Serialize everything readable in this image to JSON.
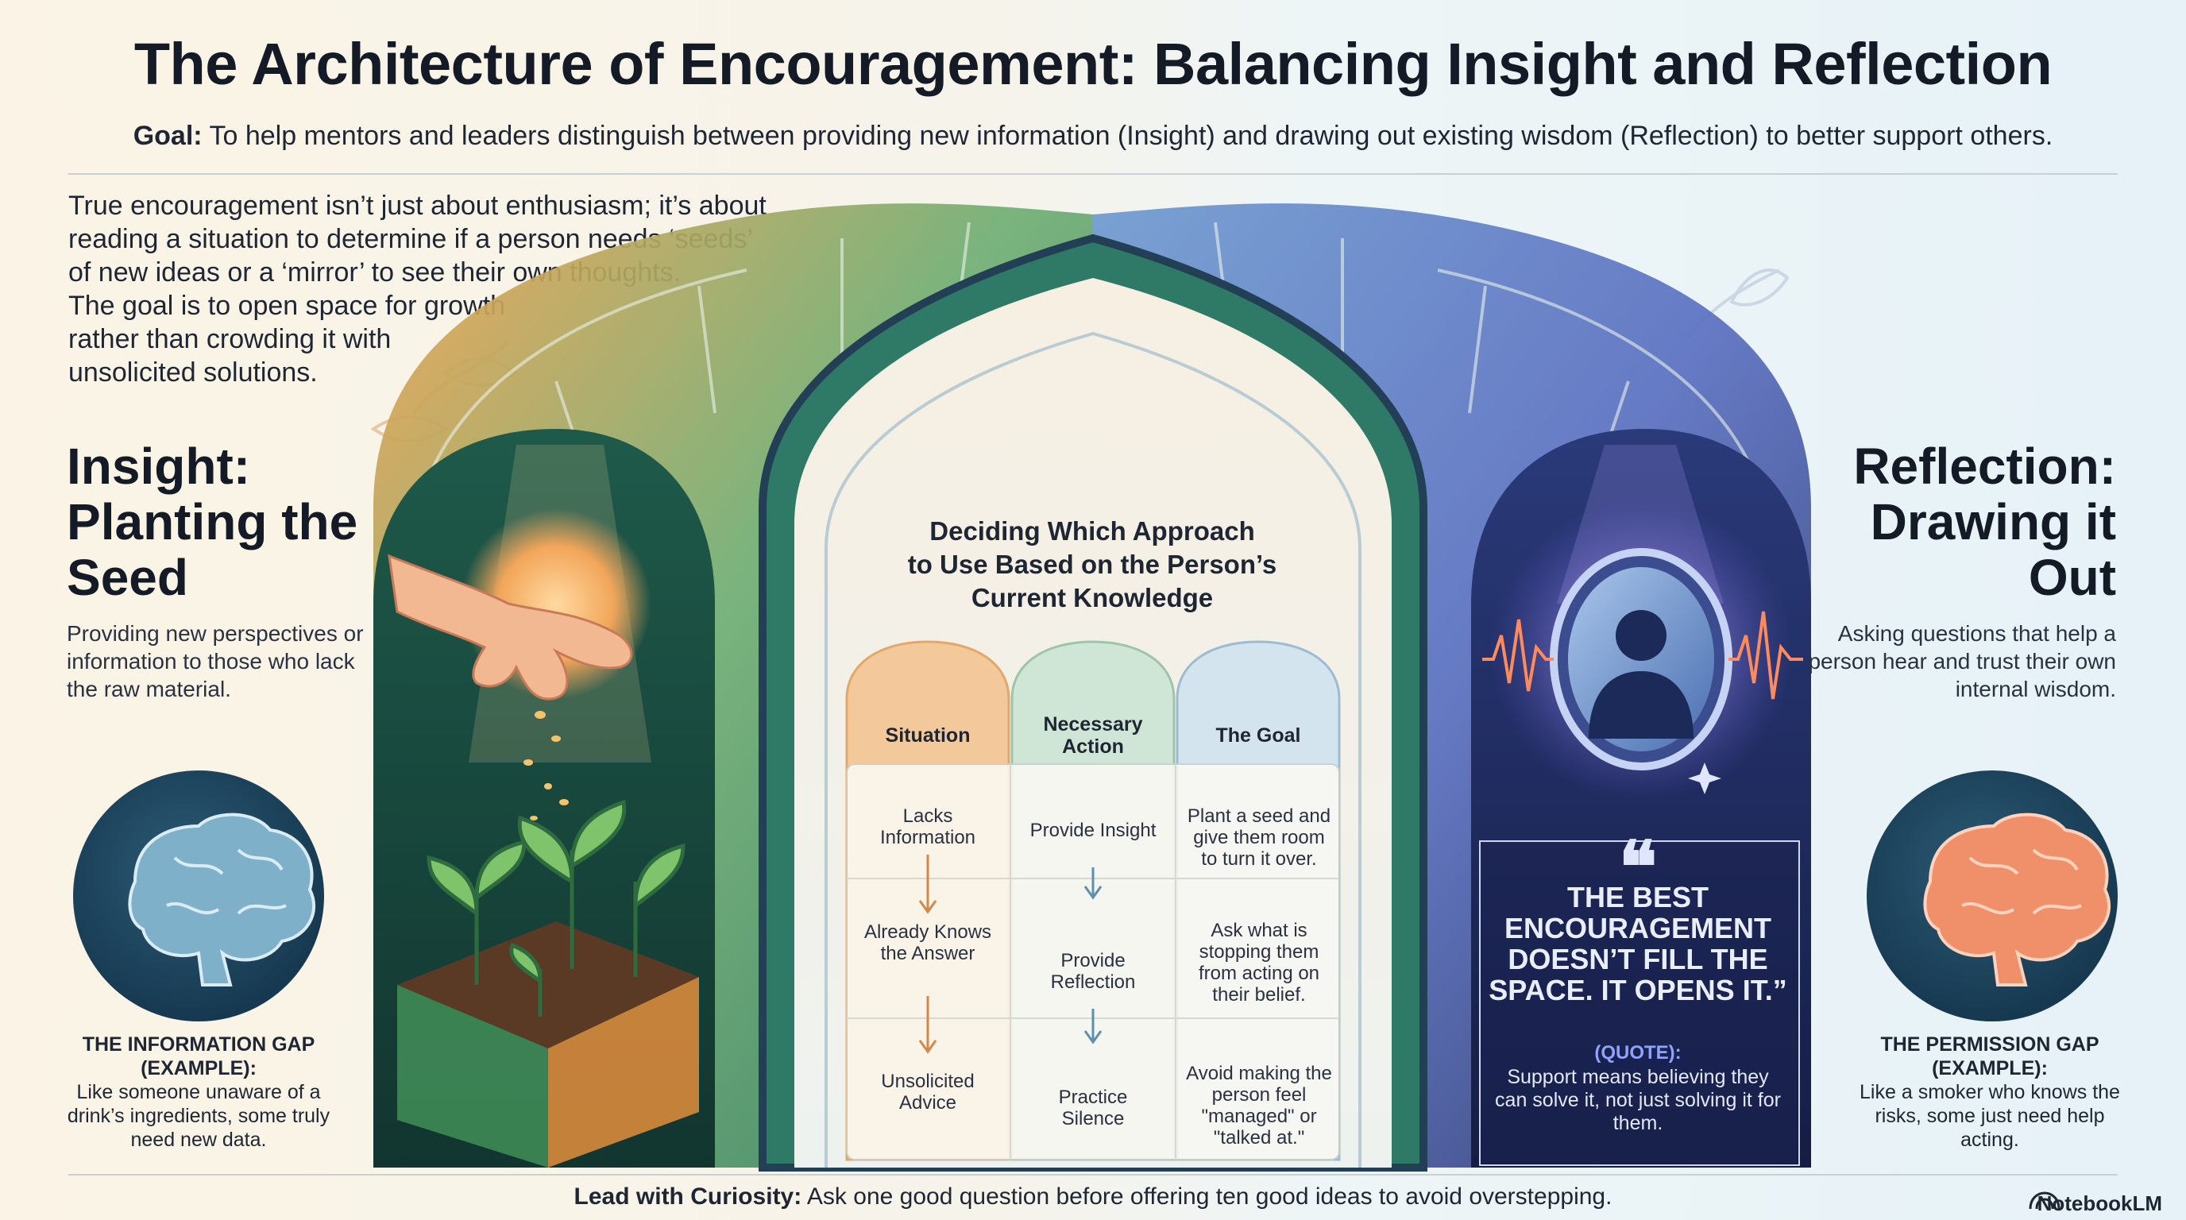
{
  "title": "The Architecture of Encouragement: Balancing Insight and Reflection",
  "goal": {
    "label": "Goal:",
    "text": "To help mentors and leaders distinguish between providing new information (Insight) and drawing out existing wisdom (Reflection) to better support others."
  },
  "intro": {
    "lines": [
      "True encouragement isn’t just about enthusiasm; it’s about",
      "reading a situation to determine if a person needs ‘seeds’",
      "of new ideas or a ‘mirror’ to see their own thoughts.",
      "The goal is to open space for growth",
      "rather than crowding it with",
      "unsolicited solutions."
    ]
  },
  "insight": {
    "title_lines": [
      "Insight:",
      "Planting the",
      "Seed"
    ],
    "description": "Providing new perspectives or information to those who lack the raw material.",
    "example_head": "The Information Gap (Example):",
    "example_text": "Like someone unaware of a drink’s ingredients, some truly need new data."
  },
  "reflection": {
    "title_lines": [
      "Reflection:",
      "Drawing it",
      "Out"
    ],
    "description": "Asking questions that help a person hear and trust their own internal wisdom.",
    "example_head": "The Permission Gap (Example):",
    "example_text": "Like a smoker who knows the risks, some just need help acting."
  },
  "panel": {
    "title_lines": [
      "Deciding Which Approach",
      "to Use Based on the Person’s",
      "Current Knowledge"
    ],
    "columns": [
      "Situation",
      "Necessary Action",
      "The Goal"
    ],
    "rows": [
      [
        "Lacks Information",
        "Provide Insight",
        "Plant a seed and give them room to turn it over."
      ],
      [
        "Already Knows the Answer",
        "Provide Reflection",
        "Ask what is stopping them from acting on their belief."
      ],
      [
        "Unsolicited Advice",
        "Practice Silence",
        "Avoid making the person feel \"managed\" or \"talked at.\""
      ]
    ]
  },
  "quote": {
    "mark": "❝",
    "text": "The best encouragement doesn’t fill the space. It opens it.”",
    "label": "(QUOTE):",
    "sub": "Support means believing they can solve it, not just solving it for them."
  },
  "footer": {
    "label": "Lead with Curiosity:",
    "text": "Ask one good question before offering ten good ideas to avoid overstepping."
  },
  "brand": "NotebookLM",
  "colors": {
    "situation_col": "#f3c99c",
    "action_col": "#cfe6d6",
    "goal_col": "#d4e4ef",
    "insight_glass": "#4f9a72",
    "reflection_glass": "#2c3a6e"
  },
  "icons": [
    "hand-icon",
    "seedling-icon",
    "soil-box-icon",
    "brain-icon",
    "mirror-icon",
    "person-silhouette-icon",
    "quote-icon",
    "notebook-icon"
  ]
}
